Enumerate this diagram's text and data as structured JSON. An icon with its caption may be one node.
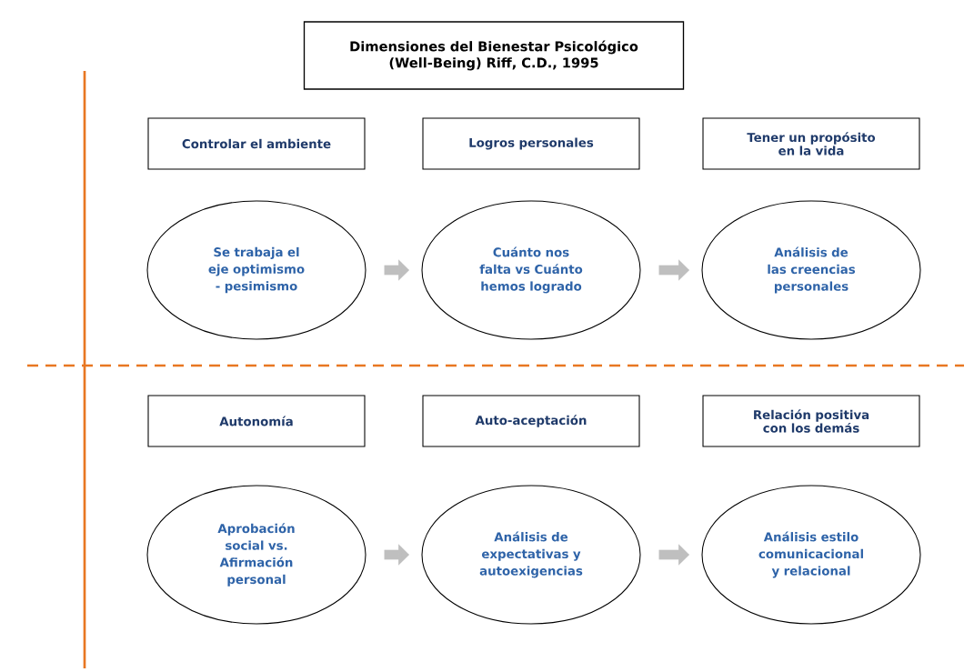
{
  "diagram": {
    "title": "Dimensiones del Bienestar Psicológico (Well-Being) Riff, C.D., 1995",
    "nodes": [
      {
        "text": [
          "Controlar el ambiente"
        ]
      },
      {
        "text": [
          "Logros personales"
        ]
      },
      {
        "text": [
          "Tener un propósito en la vida"
        ]
      },
      {
        "text": [
          "Se trabaja el eje optimismo - pesimismo"
        ]
      },
      {
        "text": [
          "Cuánto nos falta vs Cuánto hemos logrado"
        ]
      },
      {
        "text": [
          "Análisis de las creencias personales"
        ]
      },
      {
        "text": [
          "Autonomía"
        ]
      },
      {
        "text": [
          "Auto-aceptación"
        ]
      },
      {
        "text": [
          "Relación positiva con los demás"
        ]
      },
      {
        "text": [
          "Aprobación social vs. Afirmación personal"
        ]
      },
      {
        "text": [
          "Análisis de expectativas y autoexigencias"
        ]
      },
      {
        "text": [
          "Análisis estilo comunicacional y relacional"
        ]
      }
    ],
    "edges": [
      {
        "from": 3,
        "to": 4,
        "arrow": "to"
      },
      {
        "from": 4,
        "to": 5,
        "arrow": "to"
      },
      {
        "from": 9,
        "to": 10,
        "arrow": "to"
      },
      {
        "from": 10,
        "to": 11,
        "arrow": "to"
      }
    ]
  }
}
